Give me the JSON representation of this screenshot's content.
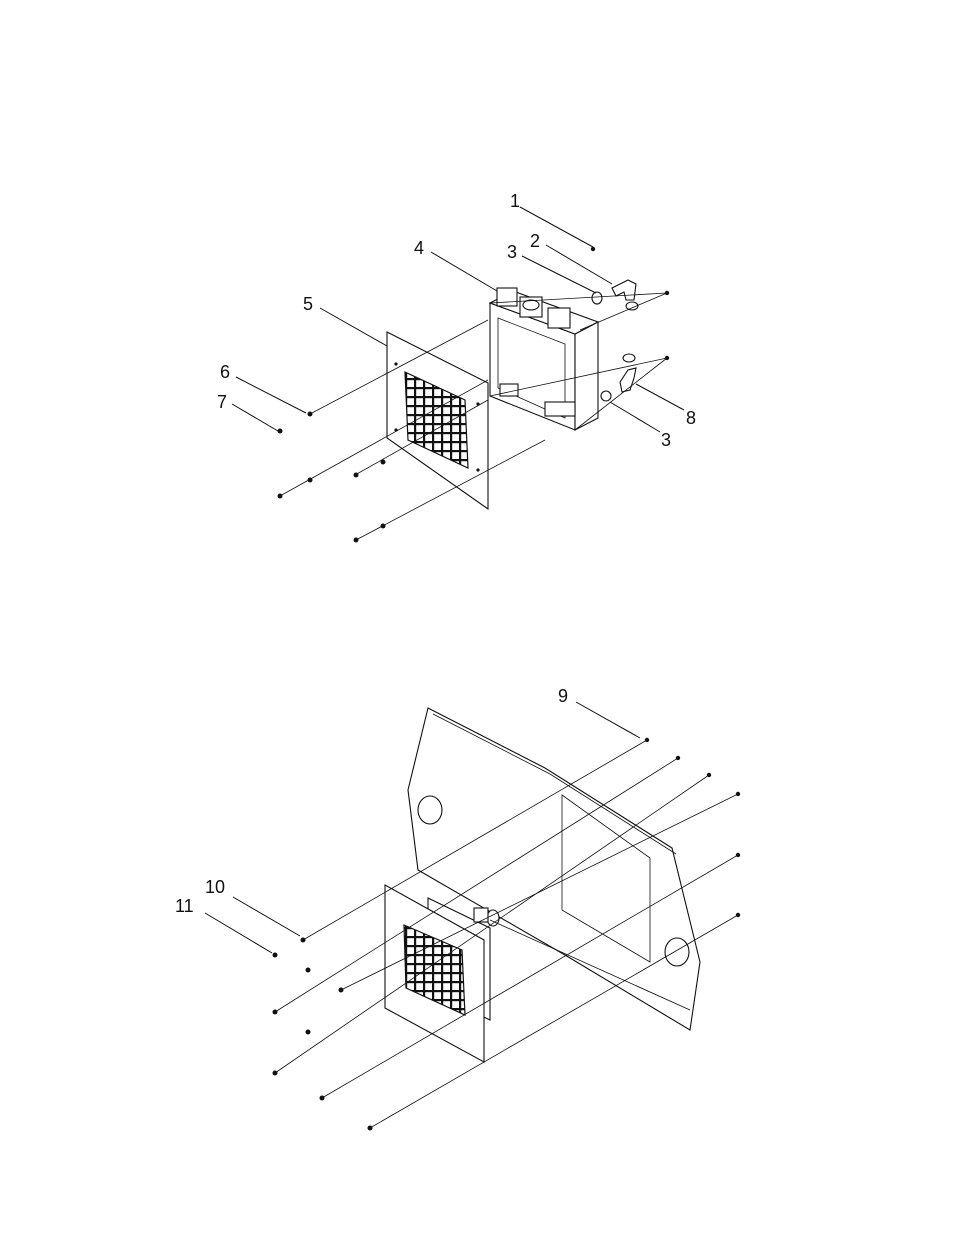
{
  "figure": {
    "top_assembly": {
      "callouts": [
        "1",
        "2",
        "3",
        "4",
        "5",
        "6",
        "7",
        "8",
        "3"
      ]
    },
    "bottom_assembly": {
      "callouts": [
        "9",
        "10",
        "11"
      ]
    }
  }
}
